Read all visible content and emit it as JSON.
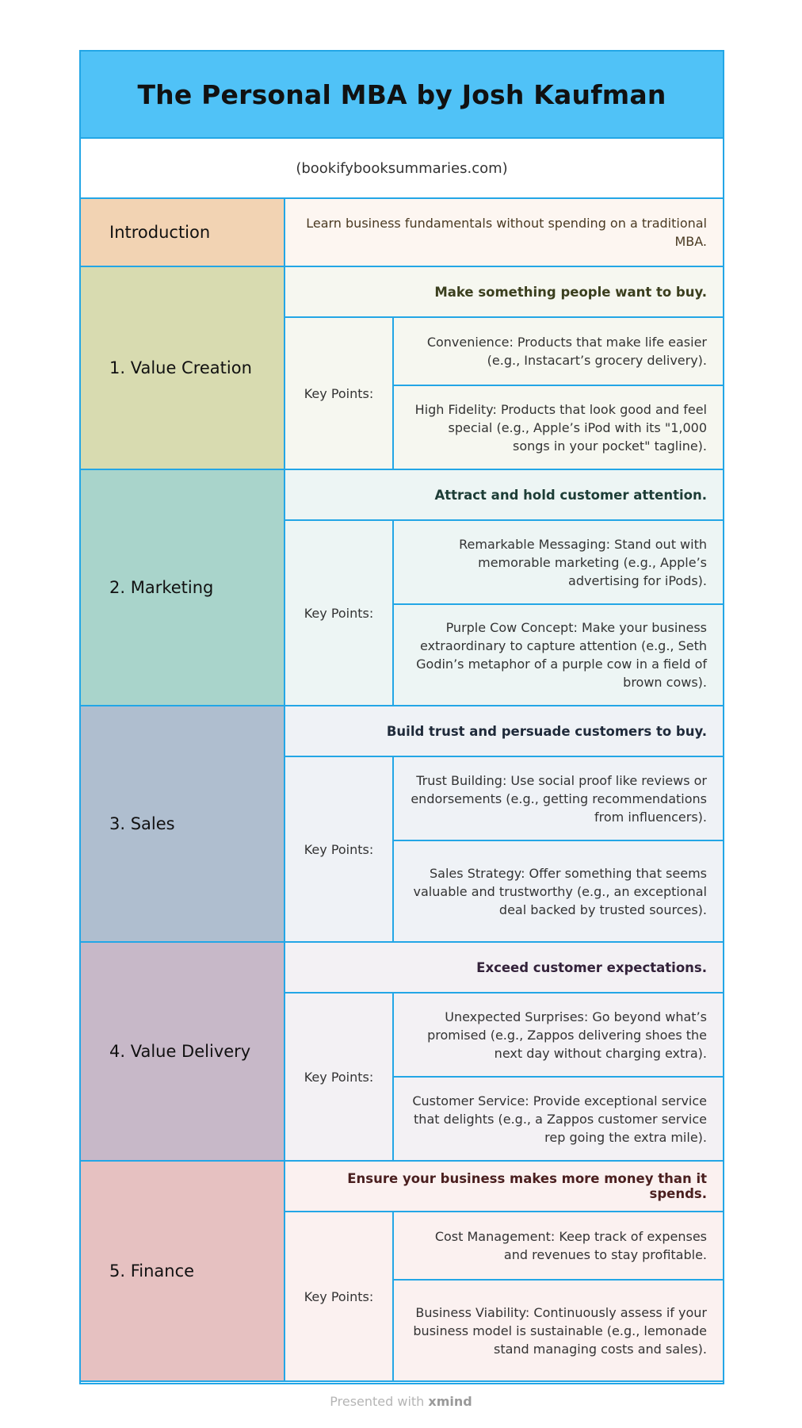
{
  "title": "The Personal MBA by Josh Kaufman",
  "subtitle": "(bookifybooksummaries.com)",
  "introduction": {
    "label": "Introduction",
    "text": "Learn business fundamentals without spending on a traditional MBA.",
    "label_color": "#f2d3b3",
    "text_bg": "#fdf6f1"
  },
  "key_points_label": "Key Points:",
  "sections": [
    {
      "label": "1. Value Creation",
      "headline": "Make something people want to buy.",
      "color": "#d8dbb0",
      "bg": "#f6f7f0",
      "headline_color": "#3b3f1e",
      "points": [
        "Convenience: Products that make life easier (e.g., Instacart’s grocery delivery).",
        "High Fidelity: Products that look good and feel special (e.g., Apple’s iPod with its \"1,000 songs in your pocket\" tagline)."
      ]
    },
    {
      "label": "2. Marketing",
      "headline": "Attract and hold customer attention.",
      "color": "#a9d4cb",
      "bg": "#edf5f4",
      "headline_color": "#1d3d36",
      "points": [
        "Remarkable Messaging: Stand out with memorable marketing (e.g., Apple’s advertising for iPods).",
        "Purple Cow Concept: Make your business extraordinary to capture attention (e.g., Seth Godin’s metaphor of a purple cow in a field of brown cows)."
      ]
    },
    {
      "label": "3. Sales",
      "headline": "Build trust and persuade customers to buy.",
      "color": "#afbecf",
      "bg": "#eff2f6",
      "headline_color": "#1f2a3a",
      "points": [
        "Trust Building: Use social proof like reviews or endorsements (e.g., getting recommendations from influencers).",
        "Sales Strategy: Offer something that seems valuable and trustworthy (e.g., an exceptional deal backed by trusted sources)."
      ]
    },
    {
      "label": "4. Value Delivery",
      "headline": "Exceed customer expectations.",
      "color": "#c7b8c8",
      "bg": "#f3f1f4",
      "headline_color": "#33223a",
      "points": [
        "Unexpected Surprises: Go beyond what’s promised (e.g., Zappos delivering shoes the next day without charging extra).",
        "Customer Service: Provide exceptional service that delights (e.g., a Zappos customer service rep going the extra mile)."
      ]
    },
    {
      "label": "5. Finance",
      "headline": "Ensure your business makes more money than it spends.",
      "color": "#e6c1c1",
      "bg": "#fbf1f0",
      "headline_color": "#4a1f1f",
      "points": [
        "Cost Management: Keep track of expenses and revenues to stay profitable.",
        "Business Viability: Continuously assess if your business model is sustainable (e.g., lemonade stand managing costs and sales)."
      ]
    }
  ],
  "footer": {
    "prefix": "Presented with ",
    "brand": "xmind"
  }
}
